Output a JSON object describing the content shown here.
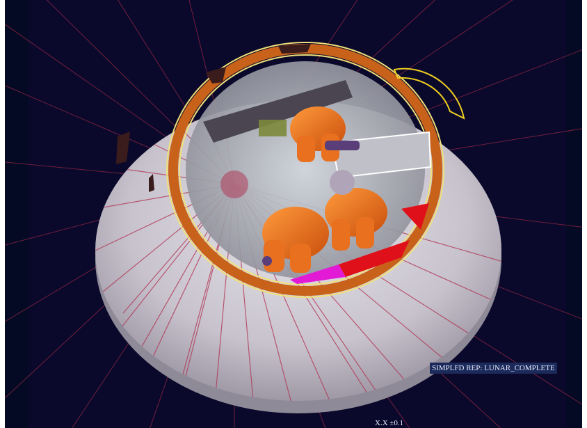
{
  "header": {
    "title_fragment": "y s d g"
  },
  "viewport": {
    "simplified_rep_label": "SIMPLFD REP: LUNAR_COMPLETE",
    "tolerance_label": "X.X  ±0.1"
  },
  "colors": {
    "background": "#050a24",
    "ray_color": "#b0304f",
    "heat_shield": "#c9c4cc",
    "ring": "#c8621a",
    "crew_suit": "#e8701e",
    "accent_red": "#e0101a",
    "accent_magenta": "#e21ad6",
    "label_bg": "#1b2a5a"
  },
  "icons": {
    "ray_origin": "starburst-icon",
    "crew": "astronaut-figure-icon"
  }
}
